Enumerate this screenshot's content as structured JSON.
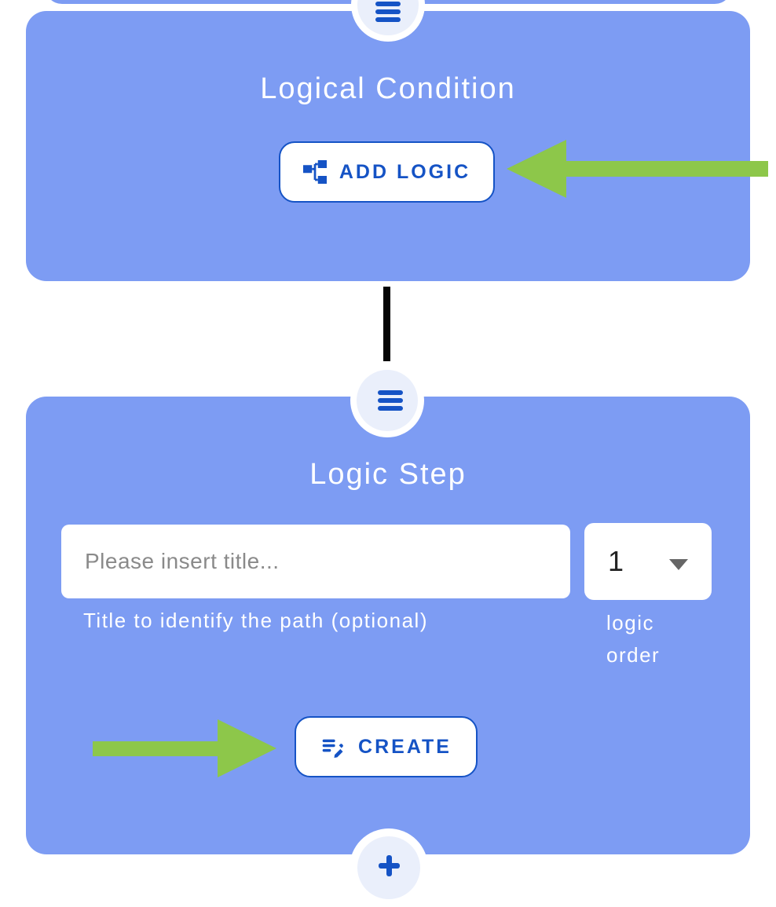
{
  "colors": {
    "card_background": "#7d9cf3",
    "accent_blue": "#1553c5",
    "node_fill": "#eaeffb",
    "annotation_arrow_green": "#8dc74a",
    "connector_black": "#050505",
    "placeholder_gray": "#8a8a8a",
    "dropdown_caret_gray": "#666666"
  },
  "flow": {
    "node_top_icon": "hamburger-icon",
    "node_middle_icon": "hamburger-icon",
    "node_bottom_icon": "plus-icon"
  },
  "card_logical_condition": {
    "title": "Logical Condition",
    "button": {
      "label": "ADD LOGIC",
      "icon": "flowchart-icon"
    }
  },
  "card_logic_step": {
    "title": "Logic Step",
    "title_input": {
      "placeholder": "Please insert title...",
      "caption": "Title to identify the path (optional)"
    },
    "order_select": {
      "value": "1",
      "caption_line1": "logic",
      "caption_line2": "order"
    },
    "button": {
      "label": "CREATE",
      "icon": "edit-note-icon"
    }
  }
}
